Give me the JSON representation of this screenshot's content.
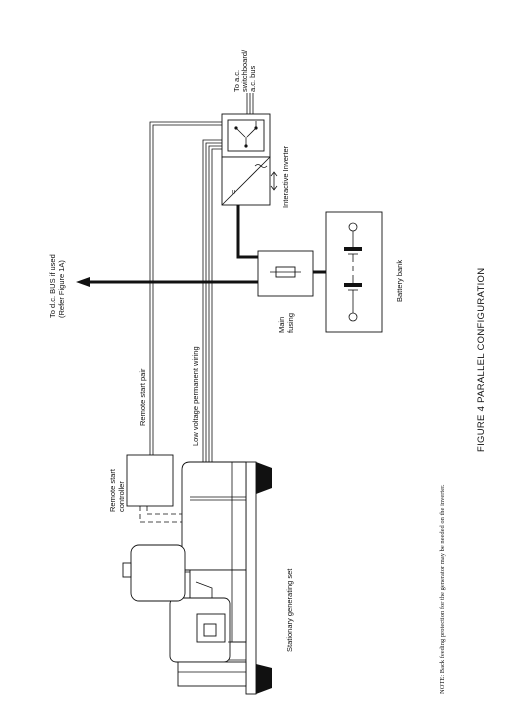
{
  "labels": {
    "ac_switchboard": [
      "To a.c.",
      "switchboard/",
      "a.c. bus"
    ],
    "interactive_inverter": "Interactive Inverter",
    "dc_bus": [
      "To d.c. BUS if used",
      "(Refer Figure 1A)"
    ],
    "battery_bank": "Battery bank",
    "main_fusing": [
      "Main",
      "fusing"
    ],
    "remote_start_pair": "Remote start pair",
    "low_voltage_wiring": "Low voltage permanent wiring",
    "remote_start_controller": [
      "Remote start",
      "controller"
    ],
    "generating_set": "Stationary generating set",
    "inverter_symbol": "="
  },
  "caption": "FIGURE 4   PARALLEL CONFIGURATION",
  "note": "NOTE: Back feeding protection for the generator may be needed on the inverter."
}
